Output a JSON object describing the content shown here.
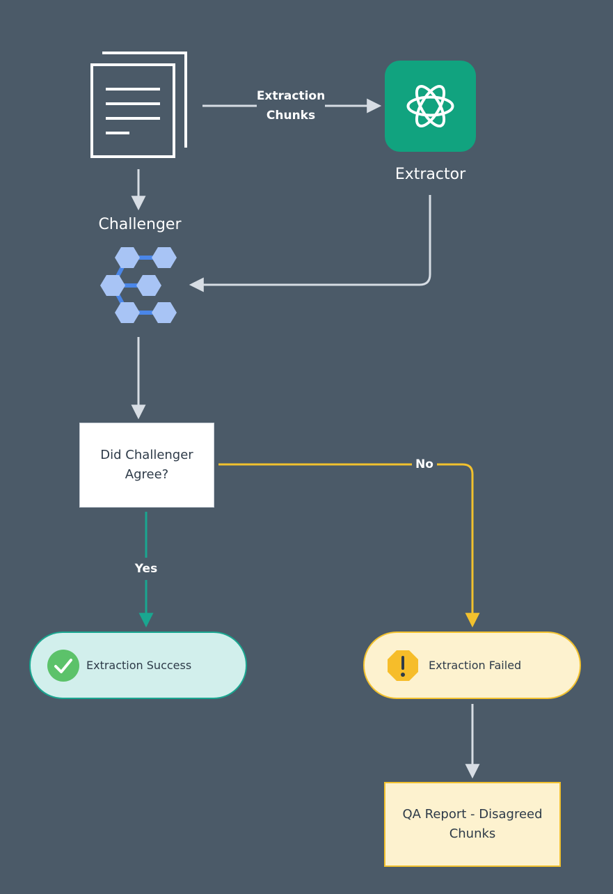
{
  "nodes": {
    "extractor": {
      "label": "Extractor"
    },
    "challenger": {
      "label": "Challenger"
    },
    "decision": {
      "label": "Did Challenger\nAgree?"
    },
    "success": {
      "label": "Extraction Success"
    },
    "failed": {
      "label": "Extraction Failed"
    },
    "report": {
      "label": "QA Report - Disagreed\nChunks"
    }
  },
  "edges": {
    "chunks": {
      "label": "Extraction\nChunks"
    },
    "yes": {
      "label": "Yes"
    },
    "no": {
      "label": "No"
    }
  },
  "icons": {
    "document": "document-icon",
    "openai": "openai-logo-icon",
    "challenger": "hexagon-network-icon",
    "success": "check-circle-icon",
    "failed": "warning-octagon-icon"
  },
  "colors": {
    "background": "#4b5a68",
    "connector": "#d7dde4",
    "yes": "#1aa690",
    "no": "#f2c12e",
    "openai": "#11a37f",
    "hex": "#a8c4f5",
    "hex_link": "#4a86e8",
    "success_fill": "#d2efec",
    "failed_fill": "#fdf2cf",
    "report_fill": "#fdf2cf"
  }
}
